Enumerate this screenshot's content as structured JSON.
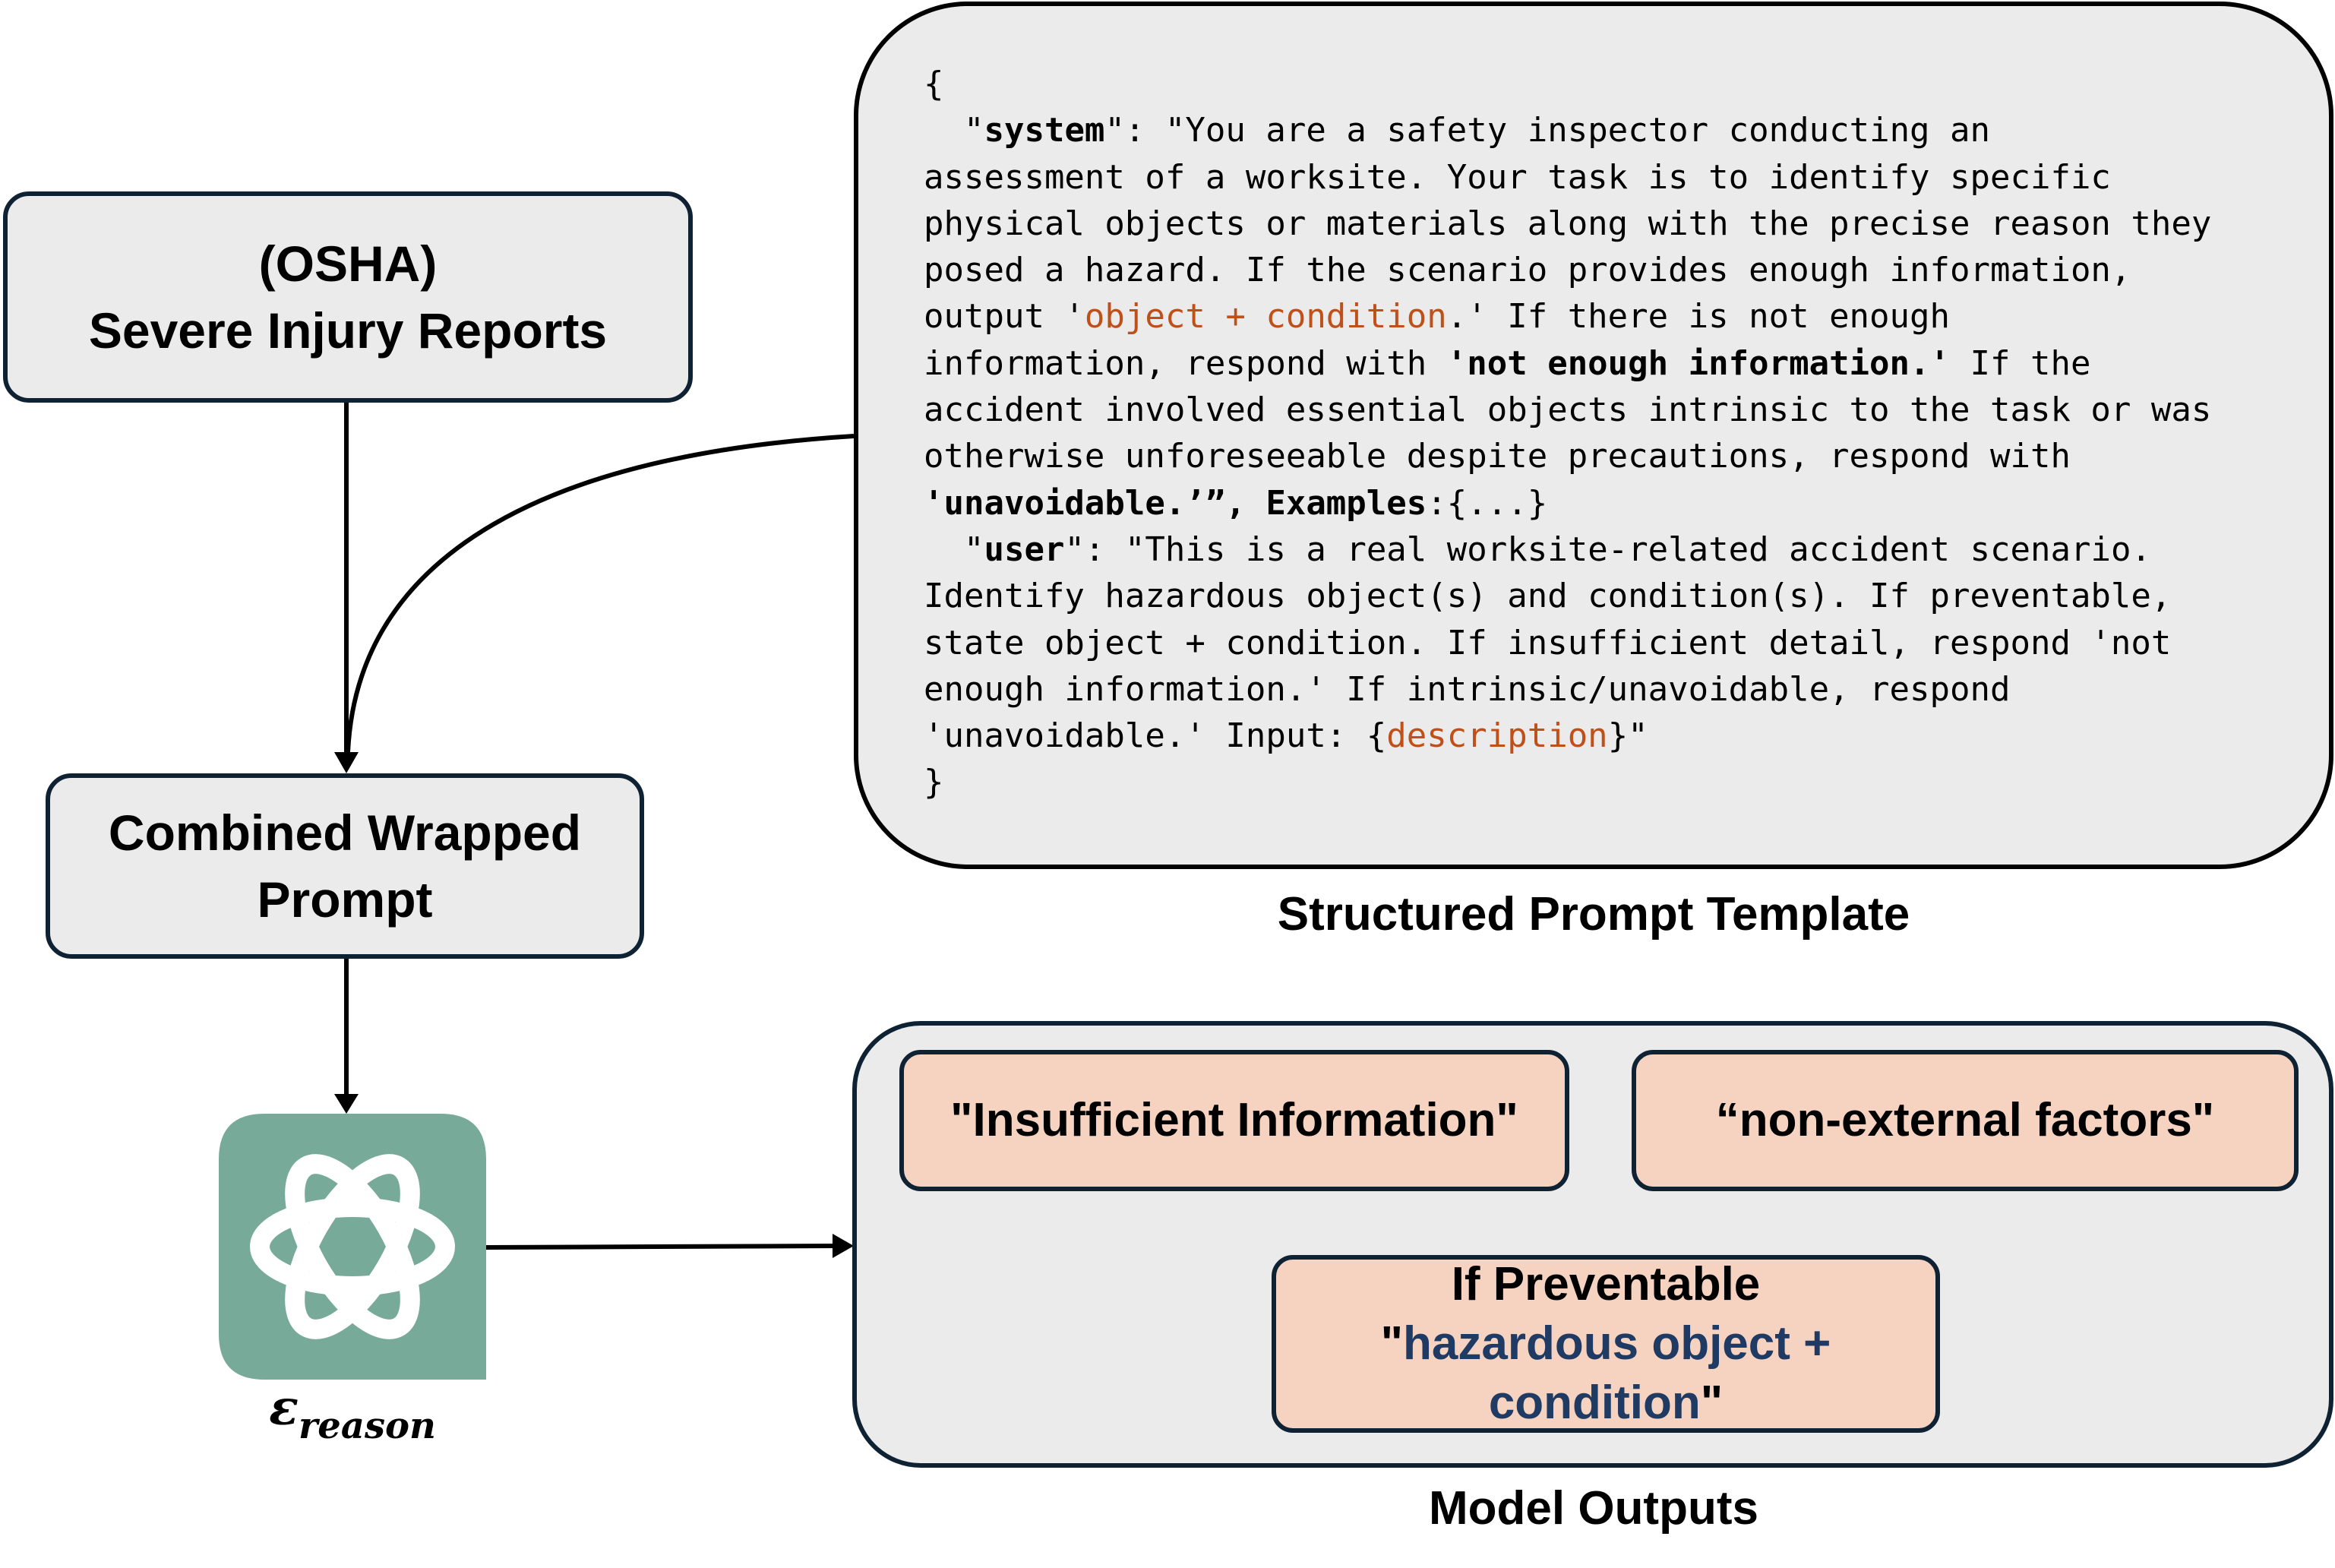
{
  "source_box": {
    "line1": "(OSHA)",
    "line2": "Severe Injury Reports"
  },
  "combined_box": {
    "line1": "Combined Wrapped",
    "line2": "Prompt"
  },
  "prompt_template": {
    "open_brace": "{",
    "system_key": "system",
    "system_part1": "\"You are a safety inspector conducting an\nassessment of a worksite. Your task is to identify specific\nphysical objects or materials along with the precise reason they\nposed a hazard. If the scenario provides enough information,\noutput '",
    "system_highlight": "object + condition",
    "system_part2": ".' If there is not enough\ninformation, respond with ",
    "not_enough_bold": "'not enough information.'",
    "system_part3": " If the\naccident involved essential objects intrinsic to the task or was\notherwise unforeseeable despite precautions, respond with\n",
    "unavoidable_bold": "'unavoidable.’”, Examples",
    "examples_value": ":{...}",
    "user_key": "user",
    "user_part1": "\"This is a real worksite-related accident scenario.\nIdentify hazardous object(s) and condition(s). If preventable,\nstate object + condition. If insufficient detail, respond 'not\nenough information.' If intrinsic/unavoidable, respond\n'unavoidable.' Input: {",
    "user_highlight": "description",
    "user_part2": "}\"",
    "close_brace": "}",
    "caption": "Structured Prompt Template"
  },
  "model": {
    "label_main": "ε",
    "label_sub": "reason",
    "icon": "openai-logo-icon",
    "logo_color": "#77aa98"
  },
  "outputs": {
    "insufficient": "\"Insufficient Information\"",
    "non_external": "“non-external factors\"",
    "preventable_title": "If Preventable",
    "preventable_open_quote": "\"",
    "preventable_line1": "hazardous object +",
    "preventable_line2": "condition",
    "preventable_close_quote": "\"",
    "caption": "Model Outputs"
  },
  "colors": {
    "box_fill": "#ebebeb",
    "box_border": "#0f2233",
    "output_fill": "#f6d3c0",
    "highlight_orange": "#c0501a",
    "highlight_blue": "#1f3a63"
  }
}
